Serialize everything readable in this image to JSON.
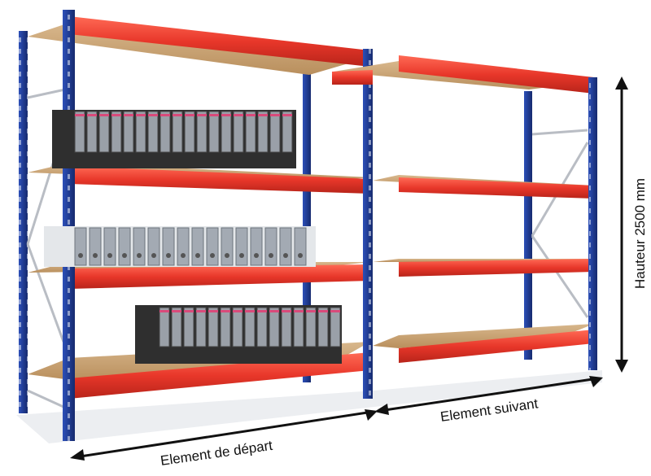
{
  "labels": {
    "start_element": "Element de départ",
    "next_element": "Element suivant",
    "height": "Hauteur 2500 mm"
  },
  "colors": {
    "upright_blue": "#1f3a93",
    "beam_red": "#e8372a",
    "shelf_board": "#c9a57a",
    "brace_grey": "#b9bdc4",
    "binder_dark": "#3a3a3a",
    "binder_grey": "#8e96a0",
    "binder_label_pink": "#d94a7a"
  }
}
